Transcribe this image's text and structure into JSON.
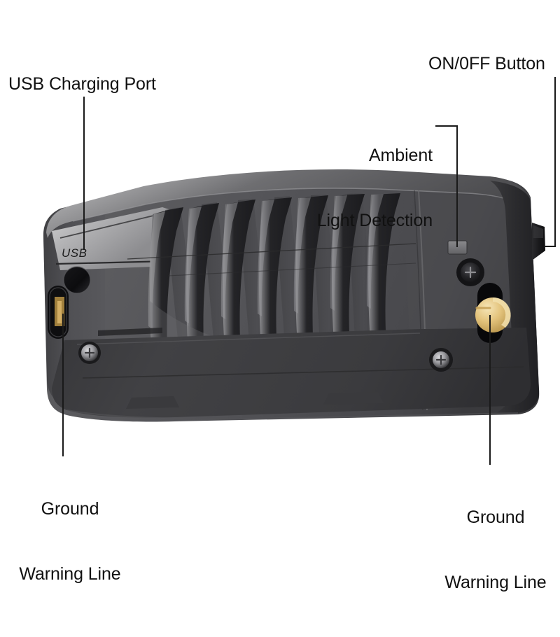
{
  "diagram": {
    "title": "Solar light product callout diagram",
    "background_color": "#ffffff",
    "line_color": "#1a1a1a",
    "text_color": "#111111"
  },
  "callouts": [
    {
      "id": "usb-charging-port",
      "label": "USB Charging Port",
      "lines": [
        "USB Charging Port"
      ],
      "position": "top-left"
    },
    {
      "id": "on-off-button",
      "label": "ON/0FF Button",
      "lines": [
        "ON/0FF Button"
      ],
      "position": "top-right"
    },
    {
      "id": "ambient-light-detection",
      "label": "Ambient Light Detection",
      "lines": [
        "Ambient",
        "Light Detection"
      ],
      "position": "top-center"
    },
    {
      "id": "ground-warning-line-left",
      "label": "Ground Warning Line",
      "lines": [
        "Ground",
        "Warning Line"
      ],
      "position": "bottom-left"
    },
    {
      "id": "ground-warning-line-right",
      "label": "Ground Warning Line",
      "lines": [
        "Ground",
        "Warning Line"
      ],
      "position": "bottom-right"
    }
  ],
  "device": {
    "name": "solar wall light housing",
    "usb_port_marking": "USB",
    "colors": {
      "body_light": "#bdbdbd",
      "body_mid": "#5a5a5c",
      "body_dark": "#3a3a3c",
      "body_darkest": "#232325",
      "vent_shadow": "#1e1e20",
      "screw_silver": "#c9c9cc",
      "ground_terminal_gold": "#e6c078",
      "sensor_window": "#7a7a7c"
    },
    "features": [
      "angled top face",
      "seven curved vent fins",
      "USB label panel",
      "ambient light sensor window",
      "two phillips screws",
      "two brass ground terminals",
      "side power button"
    ]
  }
}
